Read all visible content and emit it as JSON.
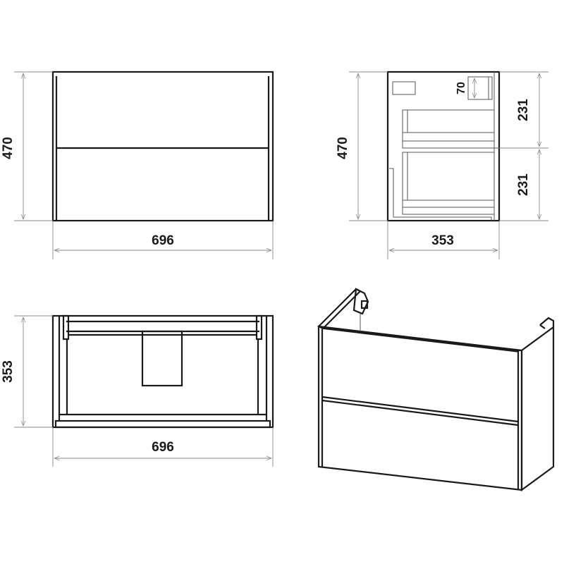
{
  "front_view": {
    "height_label": "470",
    "width_label": "696"
  },
  "side_view": {
    "height_label": "470",
    "depth_label": "353",
    "upper_drawer_label": "231",
    "lower_drawer_label": "231",
    "detail_label": "70"
  },
  "top_view": {
    "depth_label": "353",
    "width_label": "696"
  },
  "colors": {
    "line": "#1a1a1a",
    "dimension": "#888888"
  }
}
